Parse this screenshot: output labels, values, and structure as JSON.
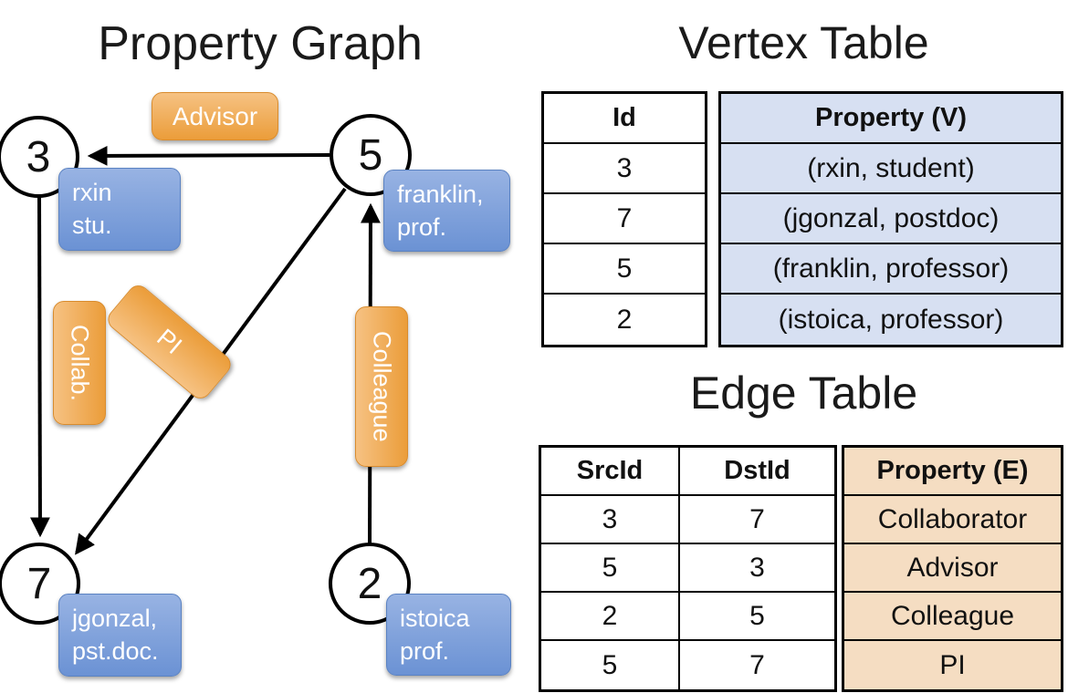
{
  "titles": {
    "graph": "Property Graph",
    "vertex": "Vertex Table",
    "edge": "Edge Table"
  },
  "graph": {
    "nodes": {
      "n3": {
        "id": "3",
        "prop_line1": "rxin",
        "prop_line2": "stu."
      },
      "n5": {
        "id": "5",
        "prop_line1": "franklin,",
        "prop_line2": "prof."
      },
      "n7": {
        "id": "7",
        "prop_line1": "jgonzal,",
        "prop_line2": "pst.doc."
      },
      "n2": {
        "id": "2",
        "prop_line1": "istoica",
        "prop_line2": "prof."
      }
    },
    "edge_labels": {
      "advisor": "Advisor",
      "collab": "Collab.",
      "pi": "PI",
      "colleague": "Colleague"
    }
  },
  "vertex_table": {
    "headers": {
      "id": "Id",
      "property": "Property (V)"
    },
    "rows": [
      {
        "id": "3",
        "property": "(rxin, student)"
      },
      {
        "id": "7",
        "property": "(jgonzal, postdoc)"
      },
      {
        "id": "5",
        "property": "(franklin, professor)"
      },
      {
        "id": "2",
        "property": "(istoica, professor)"
      }
    ]
  },
  "edge_table": {
    "headers": {
      "src": "SrcId",
      "dst": "DstId",
      "property": "Property (E)"
    },
    "rows": [
      {
        "src": "3",
        "dst": "7",
        "property": "Collaborator"
      },
      {
        "src": "5",
        "dst": "3",
        "property": "Advisor"
      },
      {
        "src": "2",
        "dst": "5",
        "property": "Colleague"
      },
      {
        "src": "5",
        "dst": "7",
        "property": "PI"
      }
    ]
  },
  "colors": {
    "edge_label_fill_top": "#f6c283",
    "edge_label_fill_bottom": "#eb9d3a",
    "vertex_label_fill_top": "#98b3e3",
    "vertex_label_fill_bottom": "#6b92d4",
    "vertex_cell_fill": "#d7e0f2",
    "edge_cell_fill": "#f5ddc2"
  }
}
